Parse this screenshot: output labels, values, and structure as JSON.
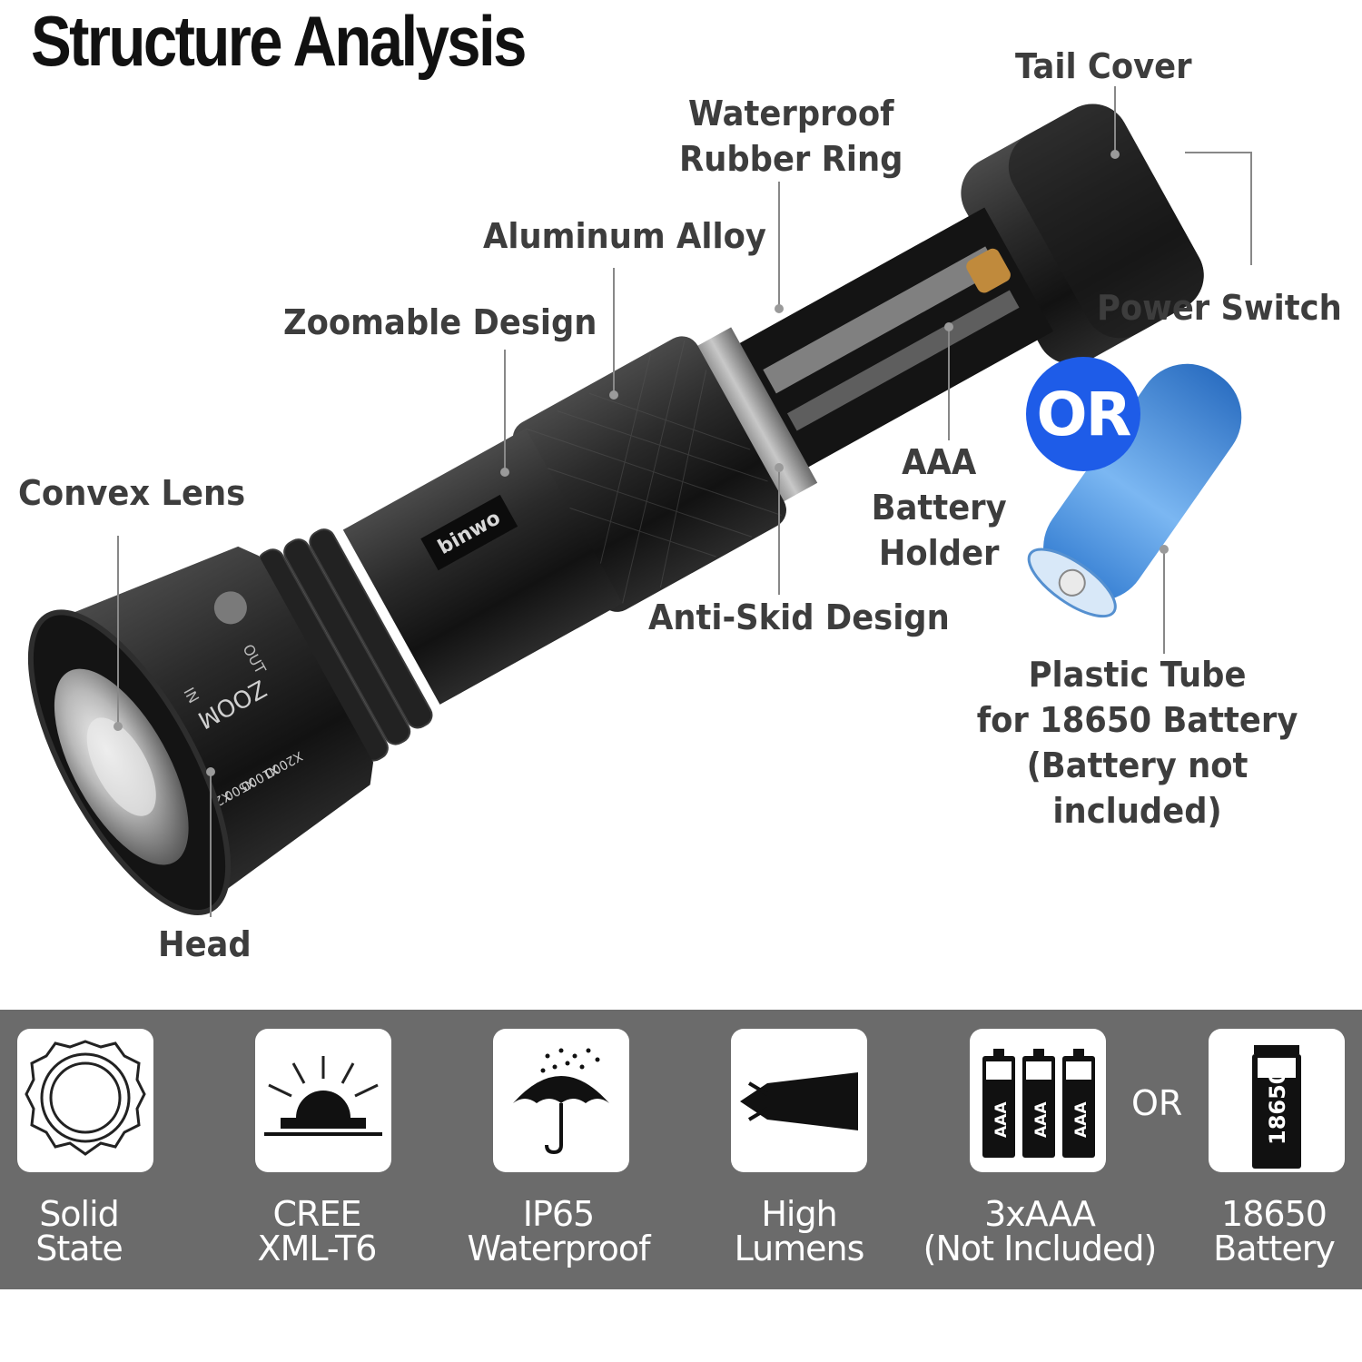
{
  "title": "Structure Analysis",
  "labels": {
    "tail_cover": "Tail Cover",
    "waterproof_ring": "Waterproof\nRubber Ring",
    "aluminum_alloy": "Aluminum Alloy",
    "power_switch": "Power Switch",
    "zoomable_design": "Zoomable Design",
    "convex_lens": "Convex Lens",
    "aaa_battery_holder": "AAA\nBattery Holder",
    "anti_skid": "Anti-Skid Design",
    "plastic_tube": "Plastic Tube\nfor 18650 Battery\n(Battery not included)",
    "head": "Head"
  },
  "or_badge": "OR",
  "flashlight_markings": {
    "brand": "binwo",
    "zoom": "ZOOM",
    "in": "IN",
    "out": "OUT",
    "scales": [
      "X1",
      "X250",
      "X500",
      "X1000",
      "X2000"
    ]
  },
  "features": [
    {
      "caption": "Solid\nState",
      "icon": "lens-bezel-icon"
    },
    {
      "caption": "CREE\nXML-T6",
      "icon": "led-chip-icon"
    },
    {
      "caption": "IP65\nWaterproof",
      "icon": "umbrella-rain-icon"
    },
    {
      "caption": "High\nLumens",
      "icon": "light-beam-icon"
    },
    {
      "caption": "3xAAA\n(Not Included)",
      "icon": "three-aaa-batteries-icon",
      "battery_text": "AAA"
    },
    {
      "caption": "18650\nBattery",
      "icon": "18650-battery-icon",
      "battery_text": "18650"
    }
  ],
  "feature_or": "OR",
  "colors": {
    "band": "#6b6b6b",
    "badge": "#1e5ce8",
    "battery_blue": "#3c8fe0",
    "body": "#1b1b1b"
  }
}
